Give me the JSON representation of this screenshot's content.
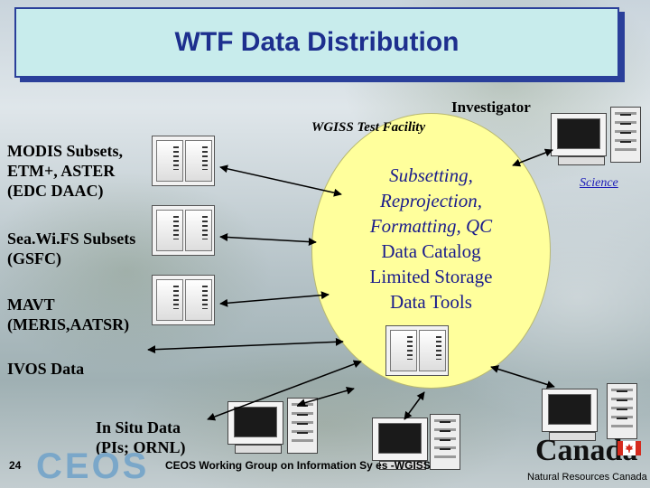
{
  "title": "WTF Data Distribution",
  "labels": {
    "investigator": "Investigator",
    "wgiss_facility": "WGISS Test Facility",
    "modis": [
      "MODIS Subsets,",
      "ETM+, ASTER",
      "(EDC DAAC)"
    ],
    "seawifs": [
      "Sea.Wi.FS Subsets",
      "(GSFC)"
    ],
    "mavt": [
      "MAVT",
      "(MERIS,AATSR)"
    ],
    "ivos": "IVOS Data",
    "insitu": [
      "In Situ Data",
      "(PIs; ORNL)"
    ],
    "science": "Science"
  },
  "circle_lines": [
    "Subsetting,",
    "Reprojection,",
    "Formatting, QC",
    "Data Catalog",
    "Limited Storage",
    "Data Tools"
  ],
  "footer": {
    "page_number": "24",
    "ceos_logo": "CEOS",
    "org_text": "CEOS Working Group on Information Sy          es -WGISS",
    "canada_logo": "Canada",
    "nrc": "Natural Resources Canada"
  },
  "colors": {
    "title_text": "#1d2f8e",
    "title_fill": "#c8ecec",
    "circle_fill": "#ffff9c",
    "circle_text": "#1b1d8c",
    "science_link": "#1a1ab8"
  },
  "icons": {
    "server": "server-rack-icon",
    "workstation": "desktop-computer-icon",
    "arrow": "double-arrow-icon"
  }
}
